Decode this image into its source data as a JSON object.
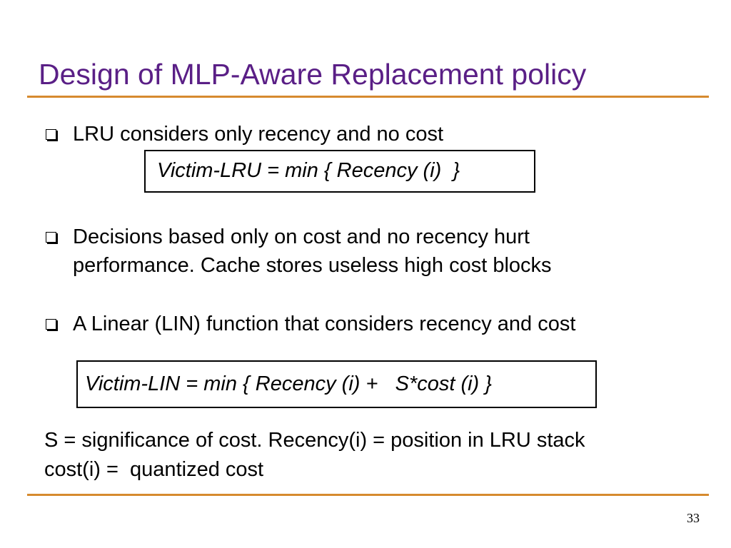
{
  "slide": {
    "title": "Design of MLP-Aware Replacement policy",
    "bullets": [
      {
        "lines": [
          "LRU considers only recency and no cost"
        ]
      },
      {
        "lines": [
          "Decisions based only on cost and no recency hurt",
          "performance.  Cache stores useless high cost blocks"
        ]
      },
      {
        "lines": [
          "A Linear (LIN) function that considers recency and cost"
        ]
      }
    ],
    "formulas": [
      "Victim-LRU = min { Recency (i)  }",
      "Victim-LIN = min { Recency (i) +   S*cost (i) }"
    ],
    "notes": [
      "S = significance of cost. Recency(i) = position in LRU stack",
      "cost(i) =  quantized cost"
    ],
    "page_number": "33"
  },
  "colors": {
    "title": "#5a1f86",
    "rule": "#d68a2e",
    "text": "#000000"
  },
  "icons": {
    "bullet": "hollow-square-bullet-icon"
  }
}
